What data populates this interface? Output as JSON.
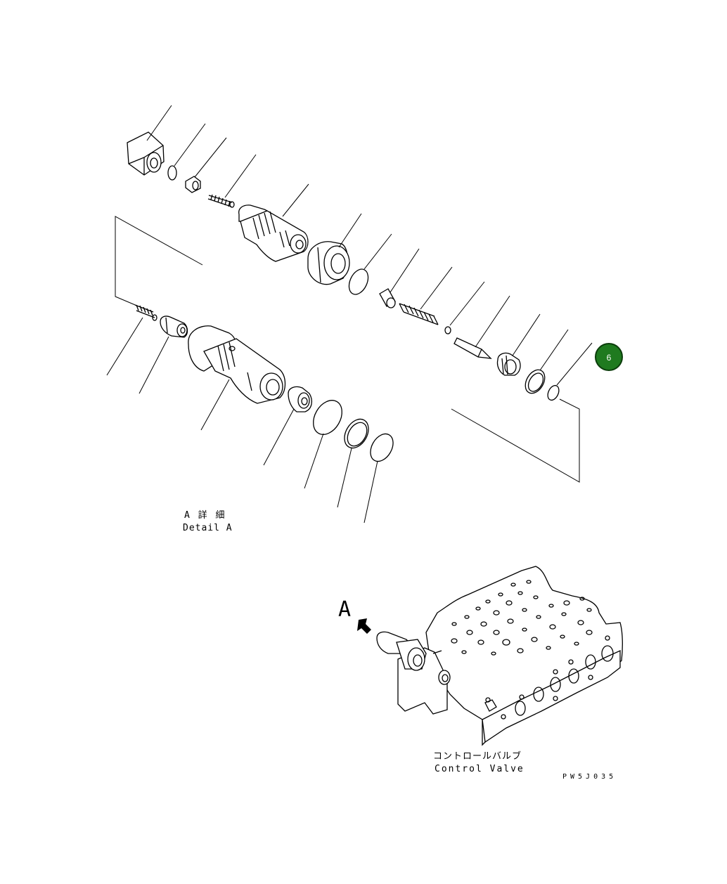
{
  "detail_label": {
    "jp": "A 詳 細",
    "en": "Detail A"
  },
  "view_marker": "A",
  "control_valve_label": {
    "jp": "コントロールバルブ",
    "en": "Control Valve"
  },
  "drawing_code": "PW5J035",
  "callout": {
    "number": "6",
    "color": "#1f7a1f"
  }
}
